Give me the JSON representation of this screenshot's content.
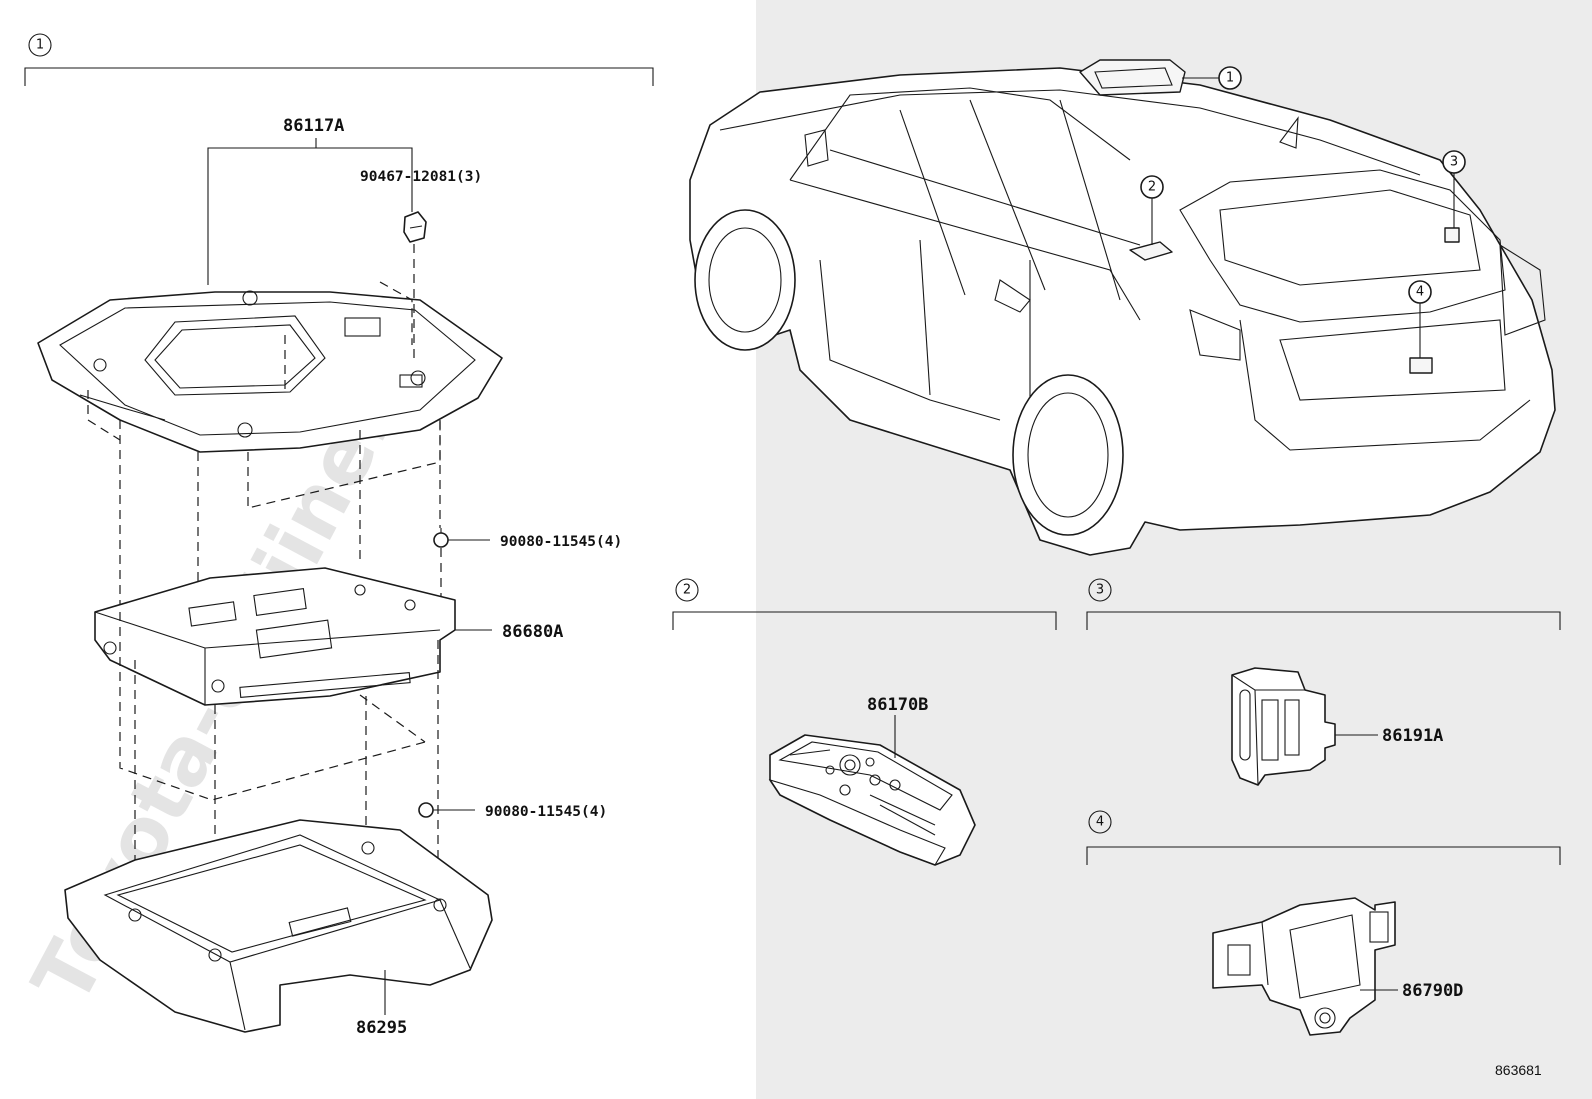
{
  "watermark": "Toyota-onliine.ru",
  "figure_id": "863681",
  "groups": [
    {
      "callout": "1"
    },
    {
      "callout": "2"
    },
    {
      "callout": "3"
    },
    {
      "callout": "4"
    }
  ],
  "vehicle_callouts": [
    "1",
    "2",
    "3",
    "4"
  ],
  "parts": {
    "housing_cover": "86117A",
    "screw_top": "90467-12081(3)",
    "screw_mid": "90080-11545(4)",
    "dvd_unit": "86680A",
    "screw_low": "90080-11545(4)",
    "base_tray": "86295",
    "remote": "86170B",
    "jack_module": "86191A",
    "rear_camera": "86790D"
  }
}
